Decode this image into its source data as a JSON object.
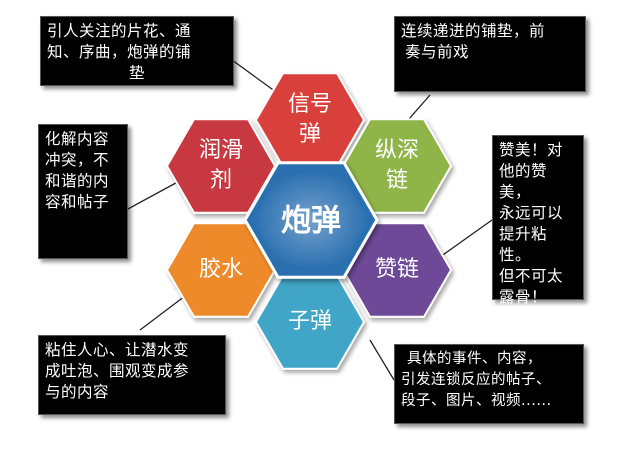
{
  "center": {
    "label": "炮弹",
    "color": "#2a6fb0"
  },
  "hexagons": [
    {
      "id": "signal",
      "lines": [
        "信号",
        "弹"
      ],
      "color": "#d9403a"
    },
    {
      "id": "depth",
      "lines": [
        "纵深",
        "链"
      ],
      "color": "#8fb446"
    },
    {
      "id": "praise",
      "lines": [
        "赞链"
      ],
      "color": "#6e4a97"
    },
    {
      "id": "bullet",
      "lines": [
        "子弹"
      ],
      "color": "#3fa5c6"
    },
    {
      "id": "glue",
      "lines": [
        "胶水"
      ],
      "color": "#ee8a2a"
    },
    {
      "id": "lube",
      "lines": [
        "润滑",
        "剂"
      ],
      "color": "#c8373f"
    }
  ],
  "callouts": [
    {
      "id": "signal-note",
      "lines": [
        "引人关注的片花、通",
        "知、序曲，炮弹的铺",
        "垫"
      ]
    },
    {
      "id": "depth-note",
      "lines": [
        "连续递进的铺垫，前",
        "奏与前戏"
      ]
    },
    {
      "id": "praise-note",
      "lines": [
        "赞美！对",
        "他的赞美，",
        "永远可以",
        "提升粘性。",
        "但不可太",
        "露骨！"
      ]
    },
    {
      "id": "bullet-note",
      "lines": [
        "具体的事件、内容，",
        "引发连锁反应的帖子、",
        "段子、图片、视频......"
      ]
    },
    {
      "id": "glue-note",
      "lines": [
        "粘住人心、让潜水变",
        "成吐泡、围观变成参",
        "与的内容"
      ]
    },
    {
      "id": "lube-note",
      "lines": [
        "化解内容",
        "冲突，不",
        "和谐的内",
        "容和帖子"
      ]
    }
  ]
}
